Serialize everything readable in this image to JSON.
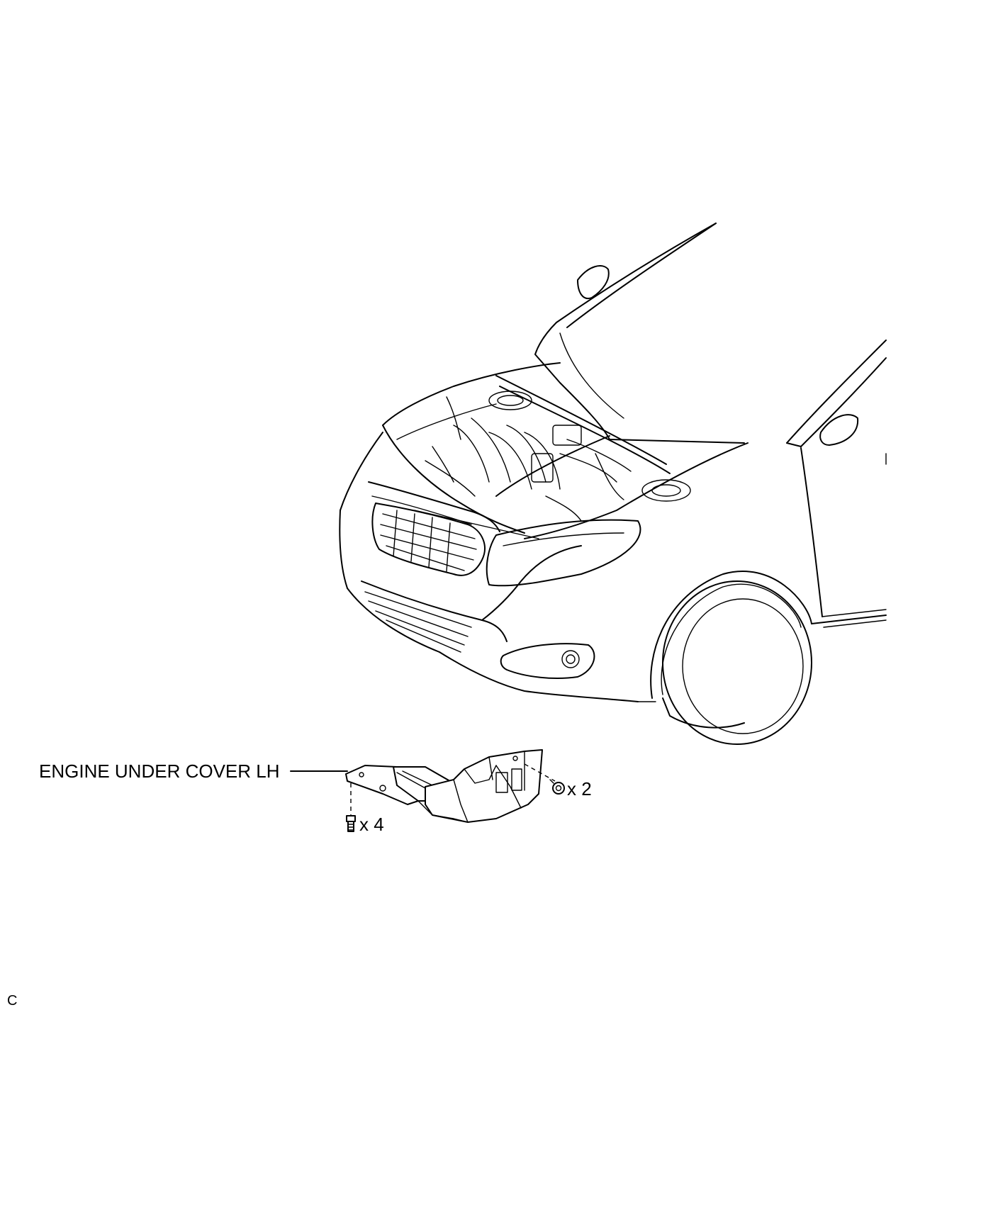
{
  "figure": {
    "part_label": "ENGINE UNDER COVER LH",
    "clip_quantity": "x 2",
    "bolt_quantity": "x 4",
    "corner_mark": "C"
  },
  "icons": {
    "vehicle": "vehicle-front-engine-bay-illustration",
    "part": "engine-under-cover-lh-illustration",
    "clip": "clip-fastener-icon",
    "bolt": "bolt-fastener-icon"
  }
}
